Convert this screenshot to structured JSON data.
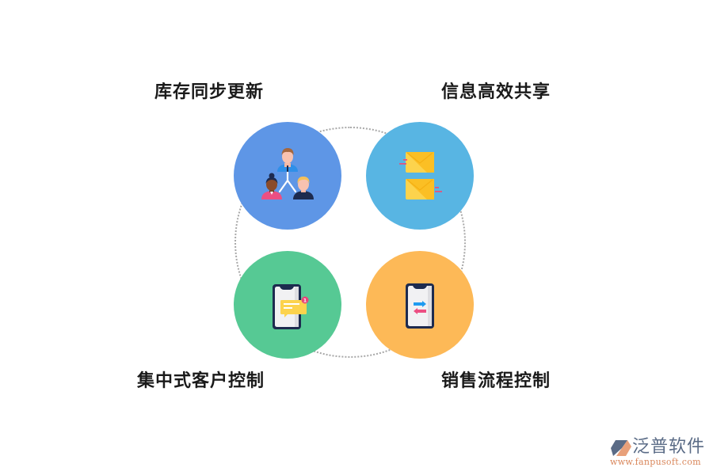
{
  "diagram": {
    "type": "four-feature-circle",
    "items": [
      {
        "id": "tl",
        "label": "库存同步更新",
        "icon": "team-hierarchy-icon",
        "color": "#5e96e6"
      },
      {
        "id": "tr",
        "label": "信息高效共享",
        "icon": "envelopes-icon",
        "color": "#58b5e3"
      },
      {
        "id": "bl",
        "label": "集中式客户控制",
        "icon": "phone-message-icon",
        "color": "#56c994"
      },
      {
        "id": "br",
        "label": "销售流程控制",
        "icon": "phone-transfer-icon",
        "color": "#fdb957"
      }
    ],
    "notification_badge": "1"
  },
  "logo": {
    "name": "泛普软件",
    "url": "www.fanpusoft.com",
    "colors": {
      "primary": "#5a6b86",
      "accent": "#d9865a"
    }
  }
}
